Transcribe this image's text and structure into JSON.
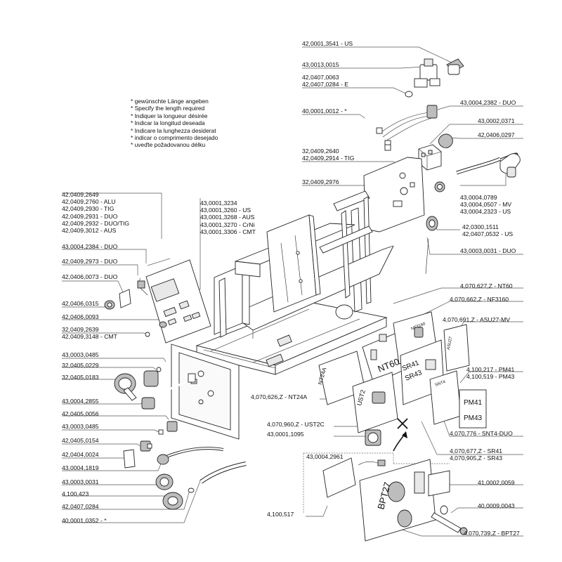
{
  "notes": [
    "* gewünschte Länge angeben",
    "* Specify the length required",
    "* Indiquer la longueur désirée",
    "* Indicar la longitud deseada",
    "* Indicare la lunghezza desiderat",
    "* indicar o comprimento desejado",
    "* uveďte požadovanou délku"
  ],
  "labels": {
    "l01": "42,0001,3541 - US",
    "l02": [
      "43,0013,0015"
    ],
    "l03": [
      "42,0407,0063",
      "42,0407,0284 - E"
    ],
    "l04": [
      "40,0001,0012 - *"
    ],
    "l05": [
      "43,0004,2382 - DUO"
    ],
    "l06": [
      "43,0002,0371"
    ],
    "l07": [
      "42,0406,0297"
    ],
    "l08": [
      "32,0409,2640",
      "42,0409,2914 - TIG"
    ],
    "l09": [
      "32,0409,2976"
    ],
    "l10": [
      "43,0004,0789",
      "43,0004,0507 - MV",
      "43,0004,2323 - US"
    ],
    "l11": [
      "42,0300,1511",
      "42,0407,0532 - US"
    ],
    "l12": [
      "43,0003,0031 - DUO"
    ],
    "l13": [
      "42,0409,2649",
      "42,0409,2760 - ALU",
      "42,0409,2930 - TIG",
      "42,0409,2931 - DUO",
      "42,0409,2932 - DUO/TIG",
      "42,0409,3012 - AUS"
    ],
    "l14": [
      "43,0001,3234",
      "43,0001,3260 - US",
      "43,0001,3268 - AUS",
      "43,0001,3270 - CrNi",
      "43,0001,3306 - CMT"
    ],
    "l15": [
      "43,0004,2384 - DUO"
    ],
    "l16": [
      "42,0409,2973 - DUO"
    ],
    "l17": [
      "42,0406,0073 - DUO"
    ],
    "l18": [
      "42,0406,0315"
    ],
    "l19": [
      "42,0406,0093"
    ],
    "l20": [
      "32,0409,2639",
      "42,0409,3148 - CMT"
    ],
    "l21": [
      "43,0003,0485"
    ],
    "l22": [
      "32,0405,0229"
    ],
    "l23": [
      "32,0405,0183"
    ],
    "l24": [
      "43,0004,2855"
    ],
    "l25": [
      "42,0405,0056"
    ],
    "l26": [
      "43,0003,0485"
    ],
    "l27": [
      "42,0405,0154"
    ],
    "l28": [
      "42,0404,0024"
    ],
    "l29": [
      "43,0004,1819"
    ],
    "l30": [
      "43,0003,0031"
    ],
    "l31": [
      "4,100,423"
    ],
    "l32": [
      "42,0407,0284"
    ],
    "l33": [
      "40,0001,0352 - *"
    ],
    "l34": [
      "4,070,627,Z - NT60"
    ],
    "l35": [
      "4,070,662,Z - NF3160"
    ],
    "l36": [
      "4,070,691,Z - ASU27-MV"
    ],
    "l37": [
      "4,100,217 - PM41",
      "4,100,519 - PM43"
    ],
    "l38": [
      "4,070,626,Z - NT24A"
    ],
    "l39": [
      "4,070,960,Z - UST2C"
    ],
    "l40": [
      "43,0001,1095"
    ],
    "l41": [
      "4,070,776 - SNT4-DUO"
    ],
    "l42": [
      "4,070,677,Z - SR41",
      "4,070,905,Z - SR43"
    ],
    "l43": [
      "43,0004,2961"
    ],
    "l44": [
      "41,0002,0059"
    ],
    "l45": [
      "40,0009,0043"
    ],
    "l46": [
      "4,100,517"
    ],
    "l47": [
      "4,070,739,Z - BPT27"
    ]
  },
  "board_labels": {
    "nt60": "NT60",
    "nf3160": "NF3160",
    "asu27": "ASU27",
    "sr41": "SR41",
    "sr43": "SR43",
    "nt24a": "NT24A",
    "ust2": "UST2",
    "snt4": "SNT4",
    "pm41": "PM41",
    "pm43": "PM43",
    "bpt27": "BPT27"
  }
}
